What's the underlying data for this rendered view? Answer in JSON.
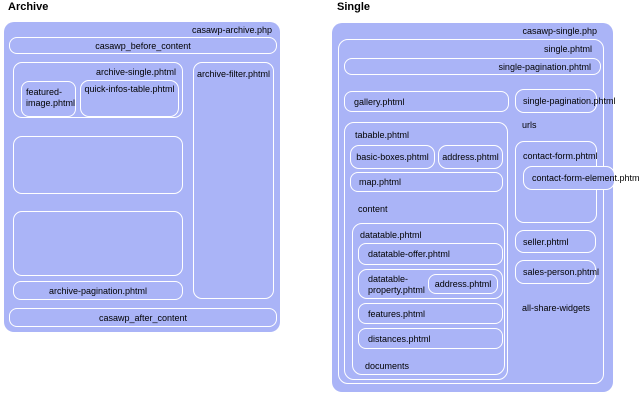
{
  "colors": {
    "box_fill": "#aab4f7",
    "box_border": "#ffffff",
    "text": "#000000",
    "background": "#ffffff"
  },
  "archive": {
    "title": "Archive",
    "root_label": "casawp-archive.php",
    "before_content": "casawp_before_content",
    "single_box_label": "archive-single.phtml",
    "featured_image": "featured-image.phtml",
    "quick_infos_table": "quick-infos-table.phtml",
    "filter": "archive-filter.phtml",
    "pagination": "archive-pagination.phtml",
    "after_content": "casawp_after_content"
  },
  "single": {
    "title": "Single",
    "root_label": "casawp-single.php",
    "single_phtml_label": "single.phtml",
    "top_pagination": "single-pagination.phtml",
    "gallery": "gallery.phtml",
    "tabable": {
      "label": "tabable.phtml",
      "basic_boxes": "basic-boxes.phtml",
      "address": "address.phtml",
      "map": "map.phtml",
      "content_label": "content",
      "datatable": {
        "label": "datatable.phtml",
        "offer": "datatable-offer.phtml",
        "property": "datatable-property.phtml",
        "property_address": "address.phtml",
        "features": "features.phtml",
        "distances": "distances.phtml",
        "documents_label": "documents"
      }
    },
    "right_column": {
      "pagination": "single-pagination.phtml",
      "urls_label": "urls",
      "contact_form": "contact-form.phtml",
      "contact_form_element": "contact-form-element.phtml",
      "seller": "seller.phtml",
      "sales_person": "sales-person.phtml",
      "all_share_widgets_label": "all-share-widgets"
    }
  }
}
